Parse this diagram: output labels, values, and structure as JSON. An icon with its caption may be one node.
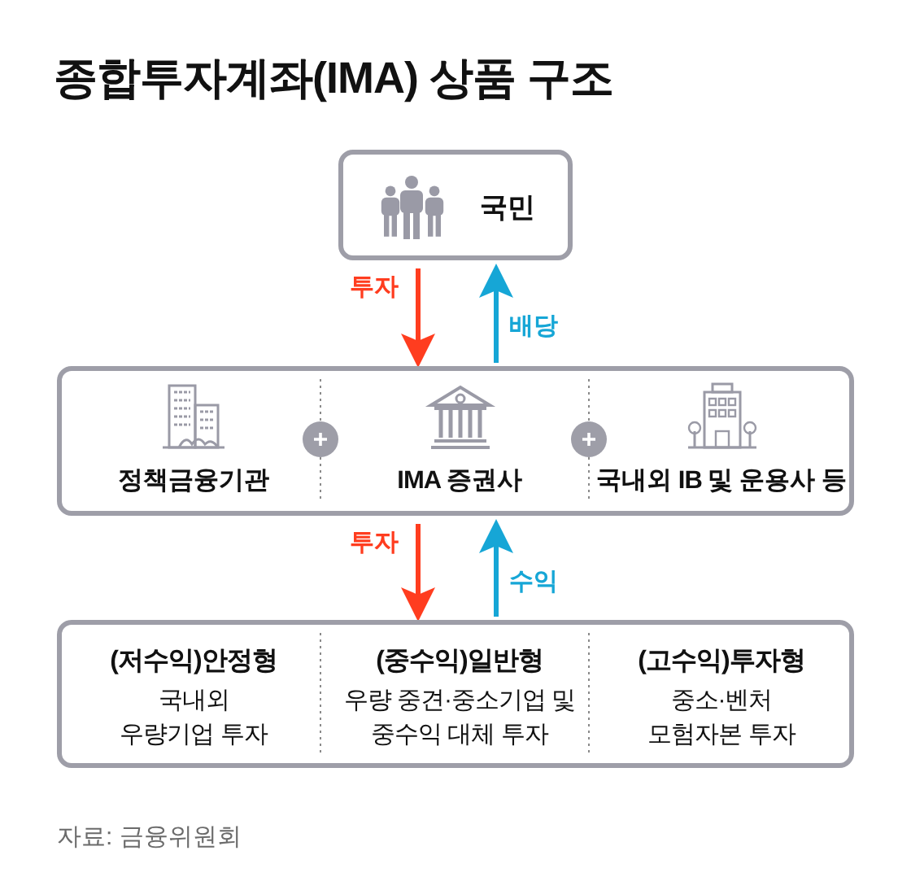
{
  "diagram": {
    "title": "종합투자계좌(IMA) 상품 구조",
    "nodes": [
      {
        "text": [
          "국민"
        ]
      },
      {
        "text": [],
        "shape": "box"
      },
      {
        "text": [
          "정책금융기관"
        ],
        "in": 1
      },
      {
        "text": [
          "IMA 증권사"
        ],
        "in": 1
      },
      {
        "text": [
          "국내외 IB 및 운용사 등"
        ],
        "in": 1
      },
      {
        "text": [],
        "shape": "box"
      },
      {
        "text": [
          "(저수익)안정형",
          "국내외 우량기업 투자"
        ],
        "in": 5
      },
      {
        "text": [
          "(중수익)일반형",
          "우량 중견·중소기업 및 중수익 대체 투자"
        ],
        "in": 5
      },
      {
        "text": [
          "(고수익)투자형",
          "중소·벤처 모험자본 투자"
        ],
        "in": 5
      }
    ],
    "edges": [
      {
        "from": 0,
        "to": 1,
        "arrow": "to",
        "label": "투자",
        "color": "#ff3d1f"
      },
      {
        "from": 1,
        "to": 0,
        "arrow": "to",
        "label": "배당",
        "color": "#16a6d6"
      },
      {
        "from": 1,
        "to": 5,
        "arrow": "to",
        "label": "투자",
        "color": "#ff3d1f"
      },
      {
        "from": 5,
        "to": 1,
        "arrow": "to",
        "label": "수익",
        "color": "#16a6d6"
      }
    ],
    "labels": [
      "자료: 금융위원회"
    ]
  }
}
